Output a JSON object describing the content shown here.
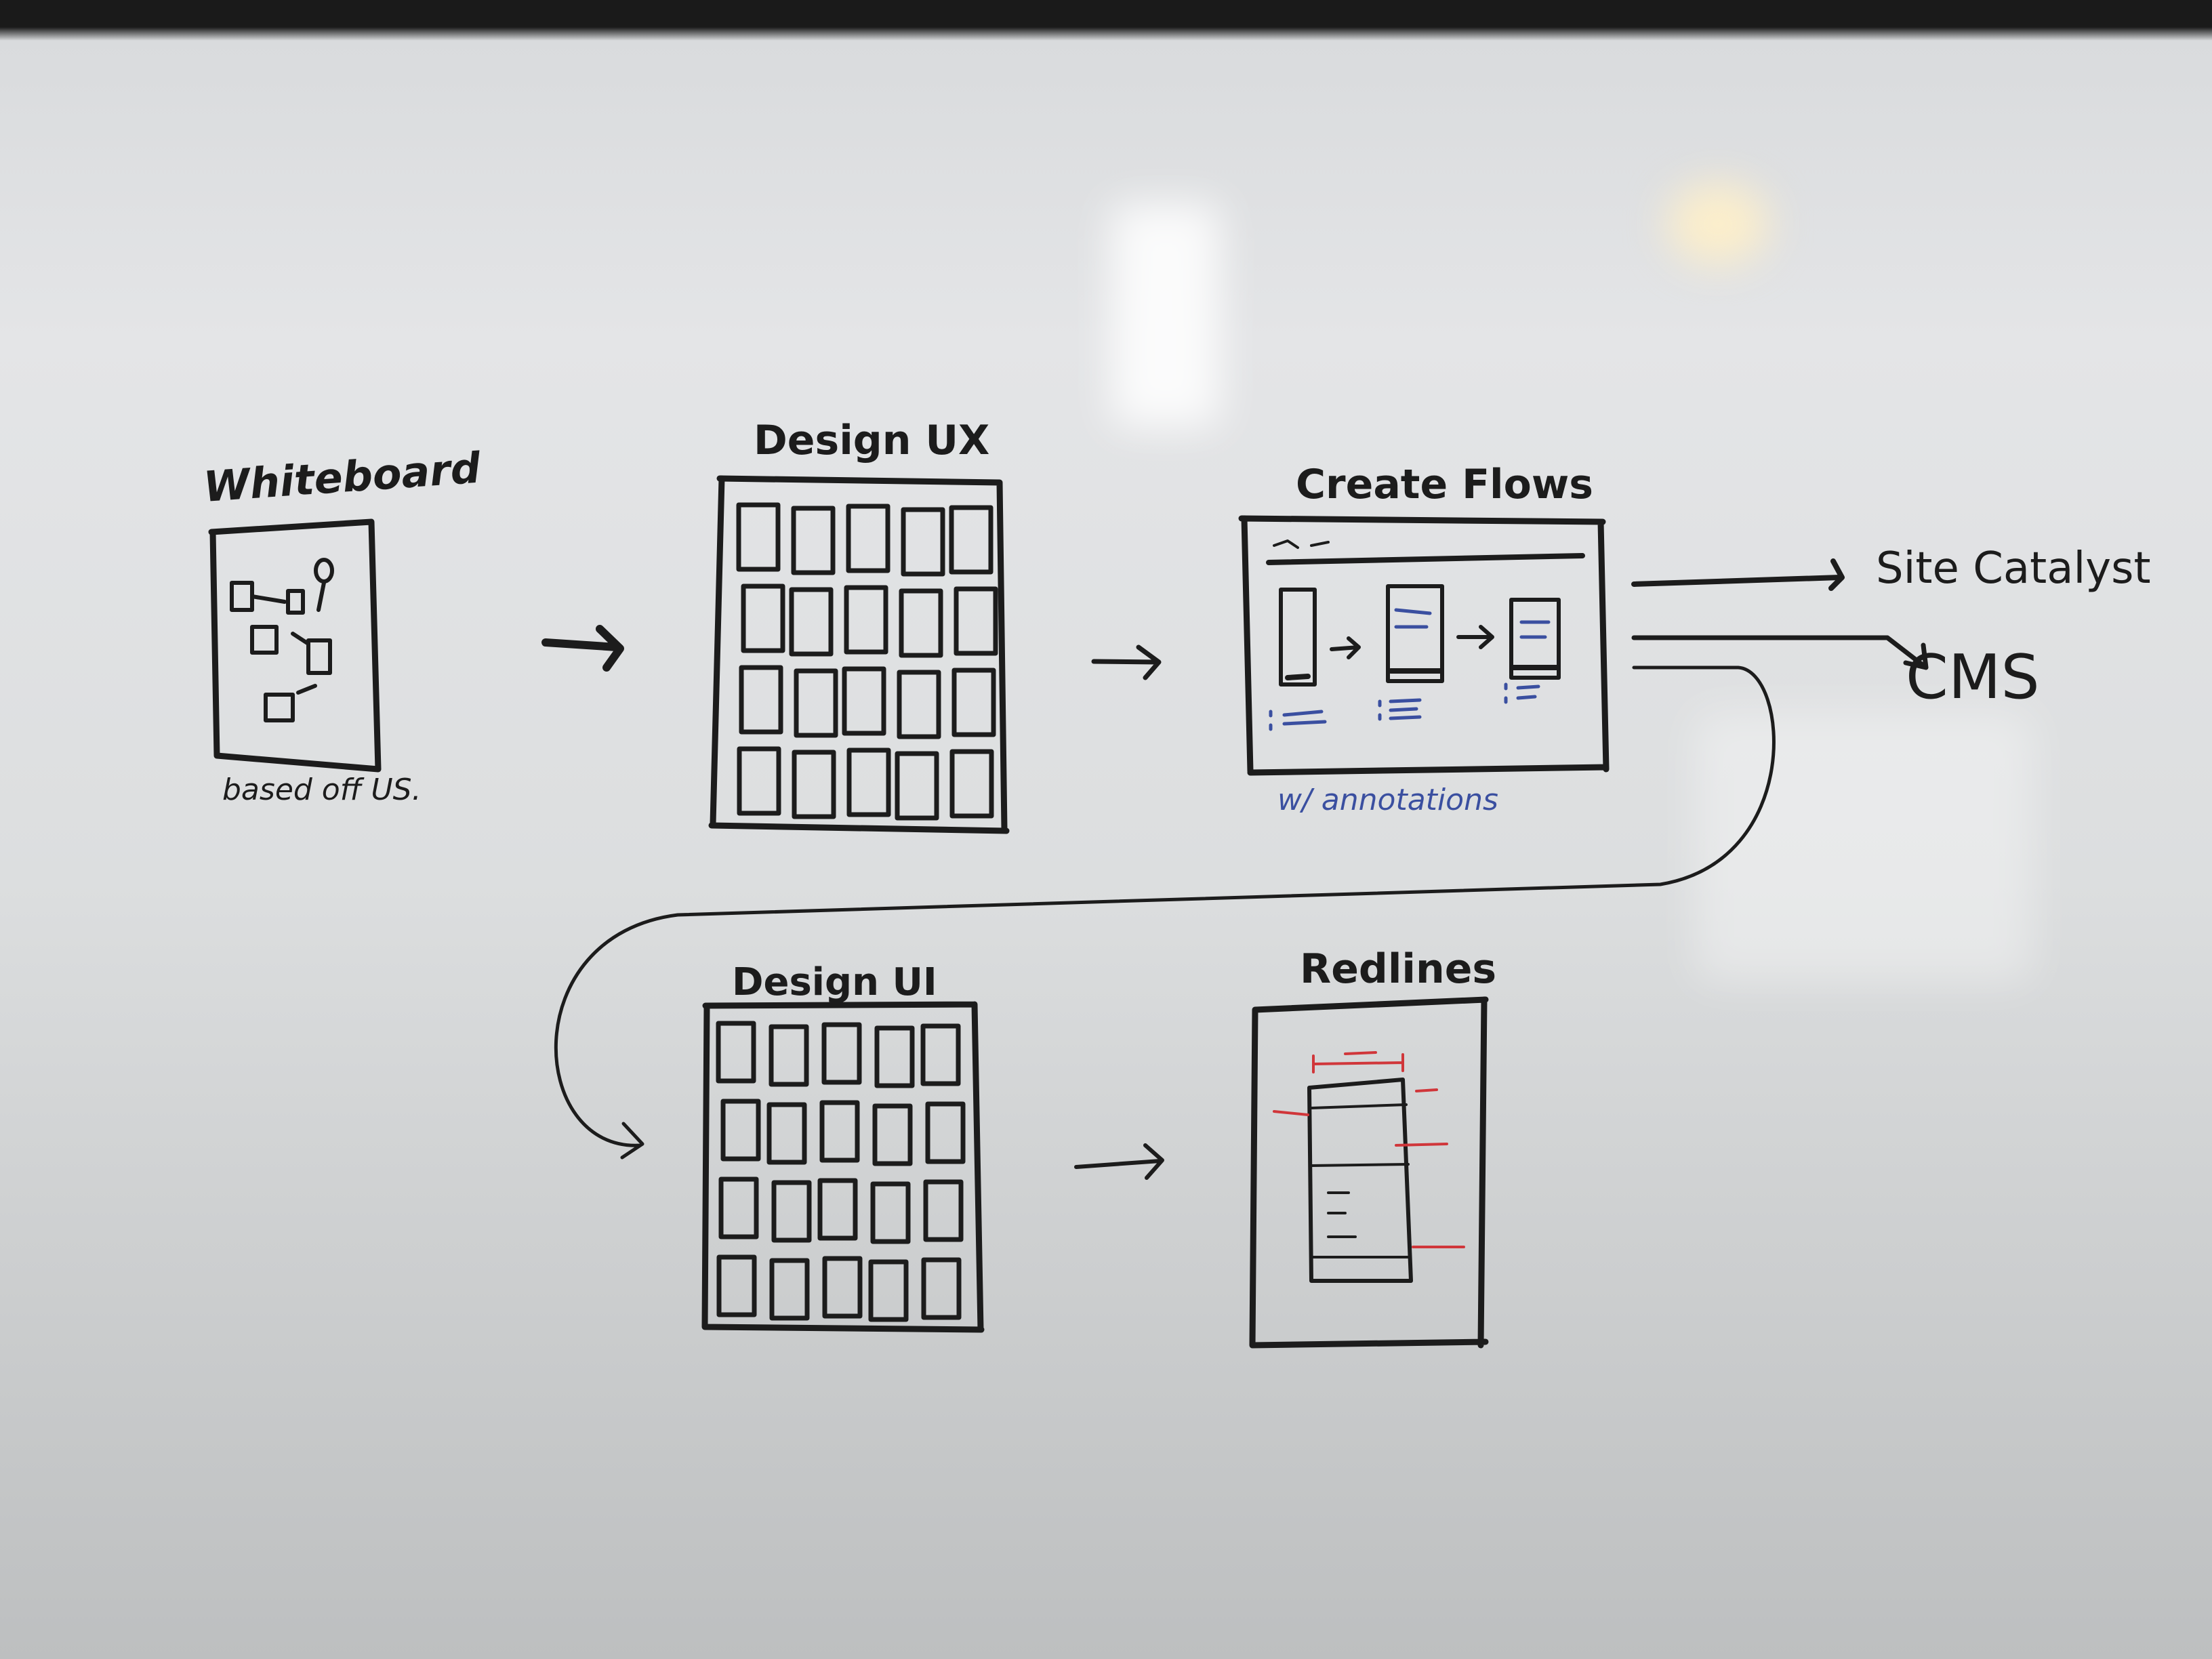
{
  "diagram": {
    "nodes": [
      {
        "id": "whiteboard",
        "label": "Whiteboard",
        "note": "based off US."
      },
      {
        "id": "design-ux",
        "label": "Design UX"
      },
      {
        "id": "create-flows",
        "label": "Create Flows",
        "note": "w/ annotations"
      },
      {
        "id": "site-catalyst",
        "label": "Site Catalyst"
      },
      {
        "id": "cms",
        "label": "CMS"
      },
      {
        "id": "design-ui",
        "label": "Design UI"
      },
      {
        "id": "redlines",
        "label": "Redlines"
      }
    ],
    "edges": [
      [
        "whiteboard",
        "design-ux"
      ],
      [
        "design-ux",
        "create-flows"
      ],
      [
        "create-flows",
        "site-catalyst"
      ],
      [
        "create-flows",
        "cms"
      ],
      [
        "create-flows",
        "design-ui"
      ],
      [
        "design-ui",
        "redlines"
      ]
    ]
  },
  "colors": {
    "marker": "#1c1c1c",
    "annotation": "#3a4fa0",
    "redline": "#d0363a",
    "board": "#e0e1e3"
  }
}
